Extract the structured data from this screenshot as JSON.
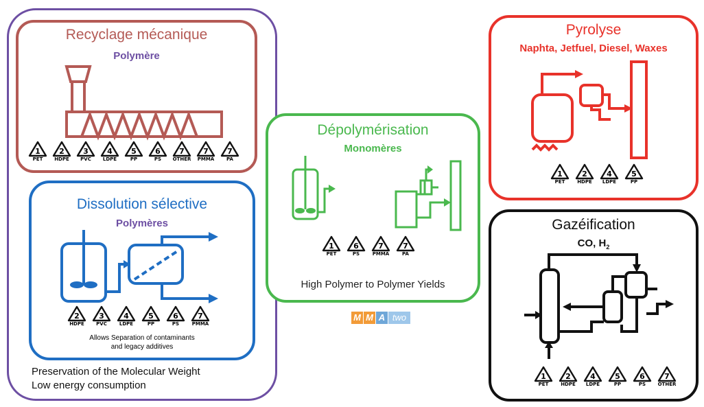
{
  "colors": {
    "purple": "#6d4fa3",
    "mechanical": "#b45a55",
    "dissolution": "#1f6ec3",
    "depoly": "#4ab84e",
    "pyrolysis": "#e8322a",
    "gasification": "#111111"
  },
  "mechanical": {
    "title": "Recyclage mécanique",
    "product": "Polymère",
    "codes": [
      {
        "num": "1",
        "label": "PET"
      },
      {
        "num": "2",
        "label": "HDPE"
      },
      {
        "num": "3",
        "label": "PVC"
      },
      {
        "num": "4",
        "label": "LDPE"
      },
      {
        "num": "5",
        "label": "PP"
      },
      {
        "num": "6",
        "label": "PS"
      },
      {
        "num": "7",
        "label": "OTHER"
      },
      {
        "num": "7",
        "label": "PMMA"
      },
      {
        "num": "7",
        "label": "PA"
      }
    ]
  },
  "dissolution": {
    "title": "Dissolution sélective",
    "product": "Polymères",
    "codes": [
      {
        "num": "2",
        "label": "HDPE"
      },
      {
        "num": "3",
        "label": "PVC"
      },
      {
        "num": "4",
        "label": "LDPE"
      },
      {
        "num": "5",
        "label": "PP"
      },
      {
        "num": "6",
        "label": "PS"
      },
      {
        "num": "7",
        "label": "PMMA"
      }
    ],
    "note_line1": "Allows Separation of contaminants",
    "note_line2": "and legacy additives"
  },
  "outer_notes": {
    "line1": "Preservation of the Molecular Weight",
    "line2": "Low energy consumption"
  },
  "depoly": {
    "title": "Dépolymérisation",
    "product": "Monomères",
    "codes": [
      {
        "num": "1",
        "label": "PET"
      },
      {
        "num": "6",
        "label": "PS"
      },
      {
        "num": "7",
        "label": "PMMA"
      },
      {
        "num": "7",
        "label": "PA"
      }
    ],
    "note": "High Polymer to Polymer Yields"
  },
  "logo": {
    "part1": "M",
    "part2": "M",
    "part3": "A",
    "part4": "two"
  },
  "pyrolysis": {
    "title": "Pyrolyse",
    "product": "Naphta, Jetfuel, Diesel, Waxes",
    "codes": [
      {
        "num": "1",
        "label": "PET"
      },
      {
        "num": "2",
        "label": "HDPE"
      },
      {
        "num": "4",
        "label": "LDPE"
      },
      {
        "num": "5",
        "label": "PP"
      }
    ]
  },
  "gasification": {
    "title": "Gazéification",
    "product_main": "CO, H",
    "product_sub": "2",
    "codes": [
      {
        "num": "1",
        "label": "PET"
      },
      {
        "num": "2",
        "label": "HDPE"
      },
      {
        "num": "4",
        "label": "LDPE"
      },
      {
        "num": "5",
        "label": "PP"
      },
      {
        "num": "6",
        "label": "PS"
      },
      {
        "num": "7",
        "label": "OTHER"
      }
    ]
  }
}
